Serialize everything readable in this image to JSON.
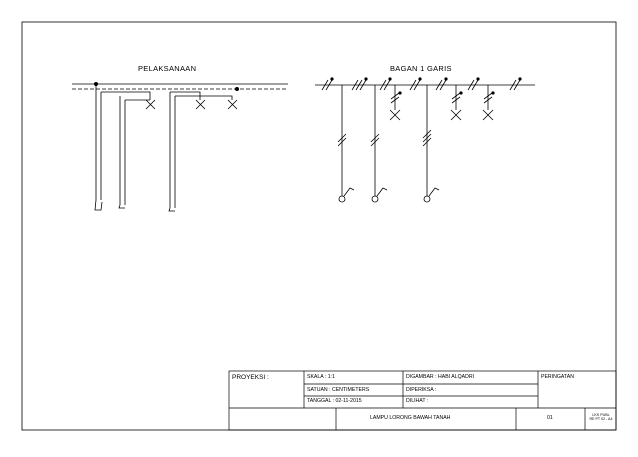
{
  "drawing": {
    "left_title": "PELAKSANAAN",
    "right_title": "BAGAN 1 GARIS"
  },
  "title_block": {
    "proyeksi_label": "PROYEKSI :",
    "skala": "SKALA      : 1:1",
    "satuan": "SATUAN    : CENTIMETERS",
    "tanggal": "TANGGAL  : 02-11-2015",
    "digambar": "DIGAMBAR  : HABI ALQADRI",
    "diperiksa": "DIPERIKSA  :",
    "dilihat": "DILIHAT     :",
    "peringatan": "PERINGATAN",
    "judul": "LAMPU LORONG BAWAH TANAH",
    "nomor": "01",
    "kelas_line1": "LKS PUBL",
    "kelas_line2": "RE PT 02 - A4"
  }
}
